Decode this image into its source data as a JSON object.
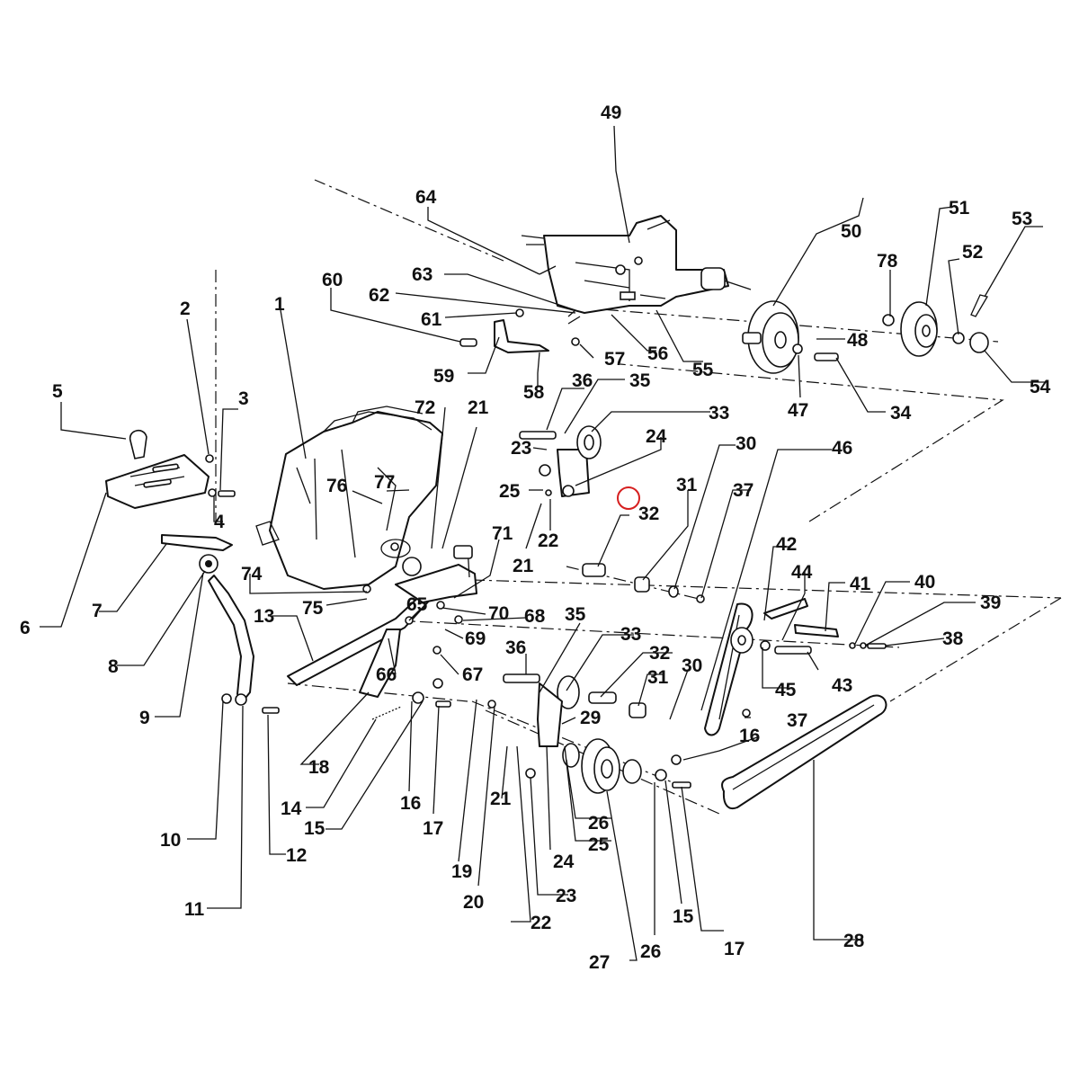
{
  "diagram": {
    "marker_color": "#d61f1f",
    "callouts": [
      {
        "id": "1",
        "label": "1"
      },
      {
        "id": "2",
        "label": "2"
      },
      {
        "id": "3",
        "label": "3"
      },
      {
        "id": "4",
        "label": "4"
      },
      {
        "id": "5",
        "label": "5"
      },
      {
        "id": "6",
        "label": "6"
      },
      {
        "id": "7",
        "label": "7"
      },
      {
        "id": "8",
        "label": "8"
      },
      {
        "id": "9",
        "label": "9"
      },
      {
        "id": "10",
        "label": "10"
      },
      {
        "id": "11",
        "label": "11"
      },
      {
        "id": "12",
        "label": "12"
      },
      {
        "id": "13",
        "label": "13"
      },
      {
        "id": "14",
        "label": "14"
      },
      {
        "id": "15a",
        "label": "15"
      },
      {
        "id": "15b",
        "label": "15"
      },
      {
        "id": "16a",
        "label": "16"
      },
      {
        "id": "16b",
        "label": "16"
      },
      {
        "id": "17a",
        "label": "17"
      },
      {
        "id": "17b",
        "label": "17"
      },
      {
        "id": "18",
        "label": "18"
      },
      {
        "id": "19",
        "label": "19"
      },
      {
        "id": "20",
        "label": "20"
      },
      {
        "id": "21a",
        "label": "21"
      },
      {
        "id": "21b",
        "label": "21"
      },
      {
        "id": "21c",
        "label": "21"
      },
      {
        "id": "22a",
        "label": "22"
      },
      {
        "id": "22b",
        "label": "22"
      },
      {
        "id": "23a",
        "label": "23"
      },
      {
        "id": "23b",
        "label": "23"
      },
      {
        "id": "24a",
        "label": "24"
      },
      {
        "id": "24b",
        "label": "24"
      },
      {
        "id": "25a",
        "label": "25"
      },
      {
        "id": "25b",
        "label": "25"
      },
      {
        "id": "26a",
        "label": "26"
      },
      {
        "id": "26b",
        "label": "26"
      },
      {
        "id": "27",
        "label": "27"
      },
      {
        "id": "28",
        "label": "28"
      },
      {
        "id": "29",
        "label": "29"
      },
      {
        "id": "30a",
        "label": "30"
      },
      {
        "id": "30b",
        "label": "30"
      },
      {
        "id": "31a",
        "label": "31"
      },
      {
        "id": "31b",
        "label": "31"
      },
      {
        "id": "32a",
        "label": "32"
      },
      {
        "id": "32b",
        "label": "32"
      },
      {
        "id": "33a",
        "label": "33"
      },
      {
        "id": "33b",
        "label": "33"
      },
      {
        "id": "34",
        "label": "34"
      },
      {
        "id": "35a",
        "label": "35"
      },
      {
        "id": "35b",
        "label": "35"
      },
      {
        "id": "36a",
        "label": "36"
      },
      {
        "id": "36b",
        "label": "36"
      },
      {
        "id": "37a",
        "label": "37"
      },
      {
        "id": "37b",
        "label": "37"
      },
      {
        "id": "38",
        "label": "38"
      },
      {
        "id": "39",
        "label": "39"
      },
      {
        "id": "40",
        "label": "40"
      },
      {
        "id": "41",
        "label": "41"
      },
      {
        "id": "42",
        "label": "42"
      },
      {
        "id": "43",
        "label": "43"
      },
      {
        "id": "44",
        "label": "44"
      },
      {
        "id": "45",
        "label": "45"
      },
      {
        "id": "46",
        "label": "46"
      },
      {
        "id": "47",
        "label": "47"
      },
      {
        "id": "48",
        "label": "48"
      },
      {
        "id": "49",
        "label": "49"
      },
      {
        "id": "50",
        "label": "50"
      },
      {
        "id": "51",
        "label": "51"
      },
      {
        "id": "52",
        "label": "52"
      },
      {
        "id": "53",
        "label": "53"
      },
      {
        "id": "54",
        "label": "54"
      },
      {
        "id": "55",
        "label": "55"
      },
      {
        "id": "56",
        "label": "56"
      },
      {
        "id": "57",
        "label": "57"
      },
      {
        "id": "58",
        "label": "58"
      },
      {
        "id": "59",
        "label": "59"
      },
      {
        "id": "60",
        "label": "60"
      },
      {
        "id": "61",
        "label": "61"
      },
      {
        "id": "62",
        "label": "62"
      },
      {
        "id": "63",
        "label": "63"
      },
      {
        "id": "64",
        "label": "64"
      },
      {
        "id": "65",
        "label": "65"
      },
      {
        "id": "66",
        "label": "66"
      },
      {
        "id": "67",
        "label": "67"
      },
      {
        "id": "68",
        "label": "68"
      },
      {
        "id": "69",
        "label": "69"
      },
      {
        "id": "70",
        "label": "70"
      },
      {
        "id": "71",
        "label": "71"
      },
      {
        "id": "72",
        "label": "72"
      },
      {
        "id": "74",
        "label": "74"
      },
      {
        "id": "75",
        "label": "75"
      },
      {
        "id": "76",
        "label": "76"
      },
      {
        "id": "77",
        "label": "77"
      },
      {
        "id": "78",
        "label": "78"
      }
    ]
  }
}
